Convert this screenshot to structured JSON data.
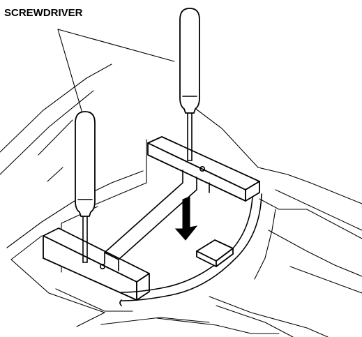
{
  "callout": {
    "label": "SCREWDRIVER"
  },
  "colors": {
    "line": "#000000",
    "background": "#ffffff"
  },
  "parts": [
    "screwdriver",
    "screwdriver",
    "mounting-bracket",
    "press-arrow",
    "latch-tab",
    "cable"
  ]
}
